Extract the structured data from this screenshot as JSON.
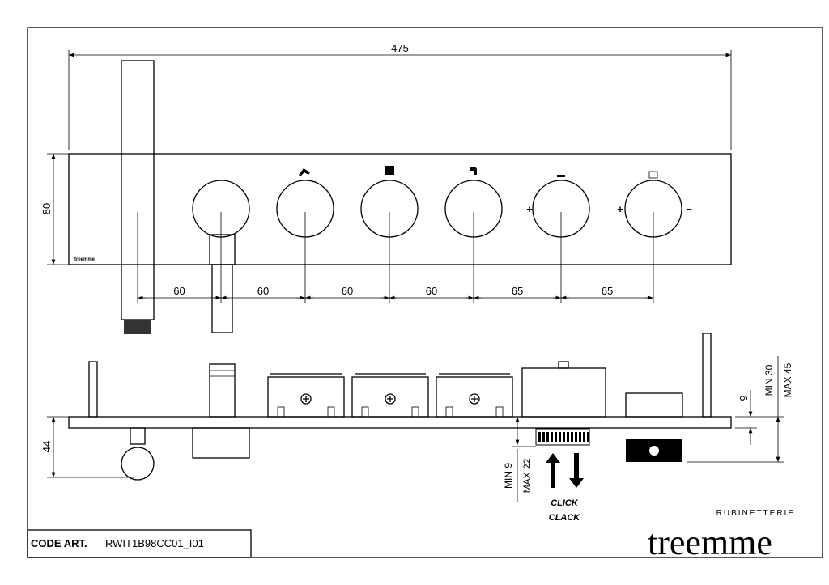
{
  "dimensions": {
    "total_width": "475",
    "height": "80",
    "spacings": [
      "60",
      "60",
      "60",
      "60",
      "65",
      "65"
    ],
    "depth": "44",
    "plate_thickness": "9",
    "wall_min": "MIN 30",
    "wall_max": "MAX 45",
    "adjust_min": "MIN 9",
    "adjust_max": "MAX 22"
  },
  "labels": {
    "click": "CLICK",
    "clack": "CLACK",
    "plus": "+",
    "minus": "−",
    "plate_logo": "treemme"
  },
  "code": {
    "label": "CODE ART.",
    "value": "RWIT1B98CC01_I01"
  },
  "brand": {
    "tagline": "RUBINETTERIE",
    "name": "treemme"
  }
}
